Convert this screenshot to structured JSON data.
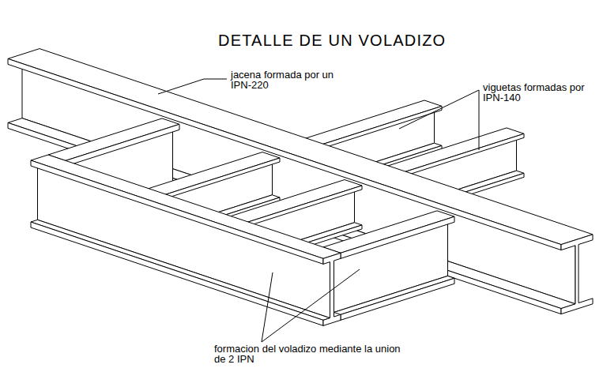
{
  "diagram": {
    "title": "DETALLE DE UN VOLADIZO",
    "labels": [
      "jacena formada por un IPN-220",
      "viguetas formadas por IPN-140",
      "formacion del voladizo mediante la union de 2 IPN"
    ]
  }
}
